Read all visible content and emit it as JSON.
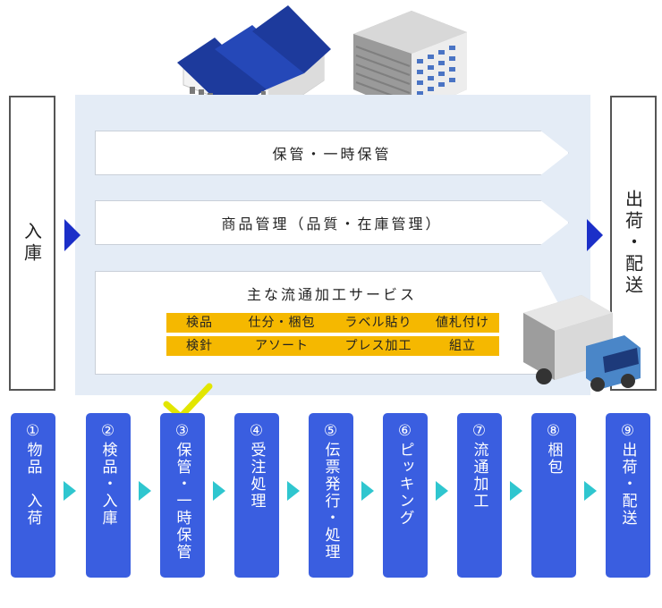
{
  "side": {
    "left": "入庫",
    "right": "出荷・配送"
  },
  "bars": [
    "保管・一時保管",
    "商品管理（品質・在庫管理）"
  ],
  "services": {
    "title": "主な流通加工サービス",
    "items": [
      "検品",
      "仕分・梱包",
      "ラベル貼り",
      "値札付け",
      "検針",
      "アソート",
      "プレス加工",
      "組立"
    ]
  },
  "steps": [
    "①物品　入荷",
    "②検品・入庫",
    "③保管・一時保管",
    "④受注処理",
    "⑤伝票発行・処理",
    "⑥ピッキング",
    "⑦流通加工",
    "⑧梱包",
    "⑨出荷・配送"
  ],
  "colors": {
    "panel": "#e4ecf6",
    "step": "#3a5ee0",
    "arrow": "#1b2fc8",
    "chevron": "#2fc6cf",
    "service": "#f5b800",
    "check": "#e2e600"
  },
  "icons": [
    "warehouse-icon",
    "office-building-icon",
    "truck-icon",
    "checkmark-icon"
  ]
}
